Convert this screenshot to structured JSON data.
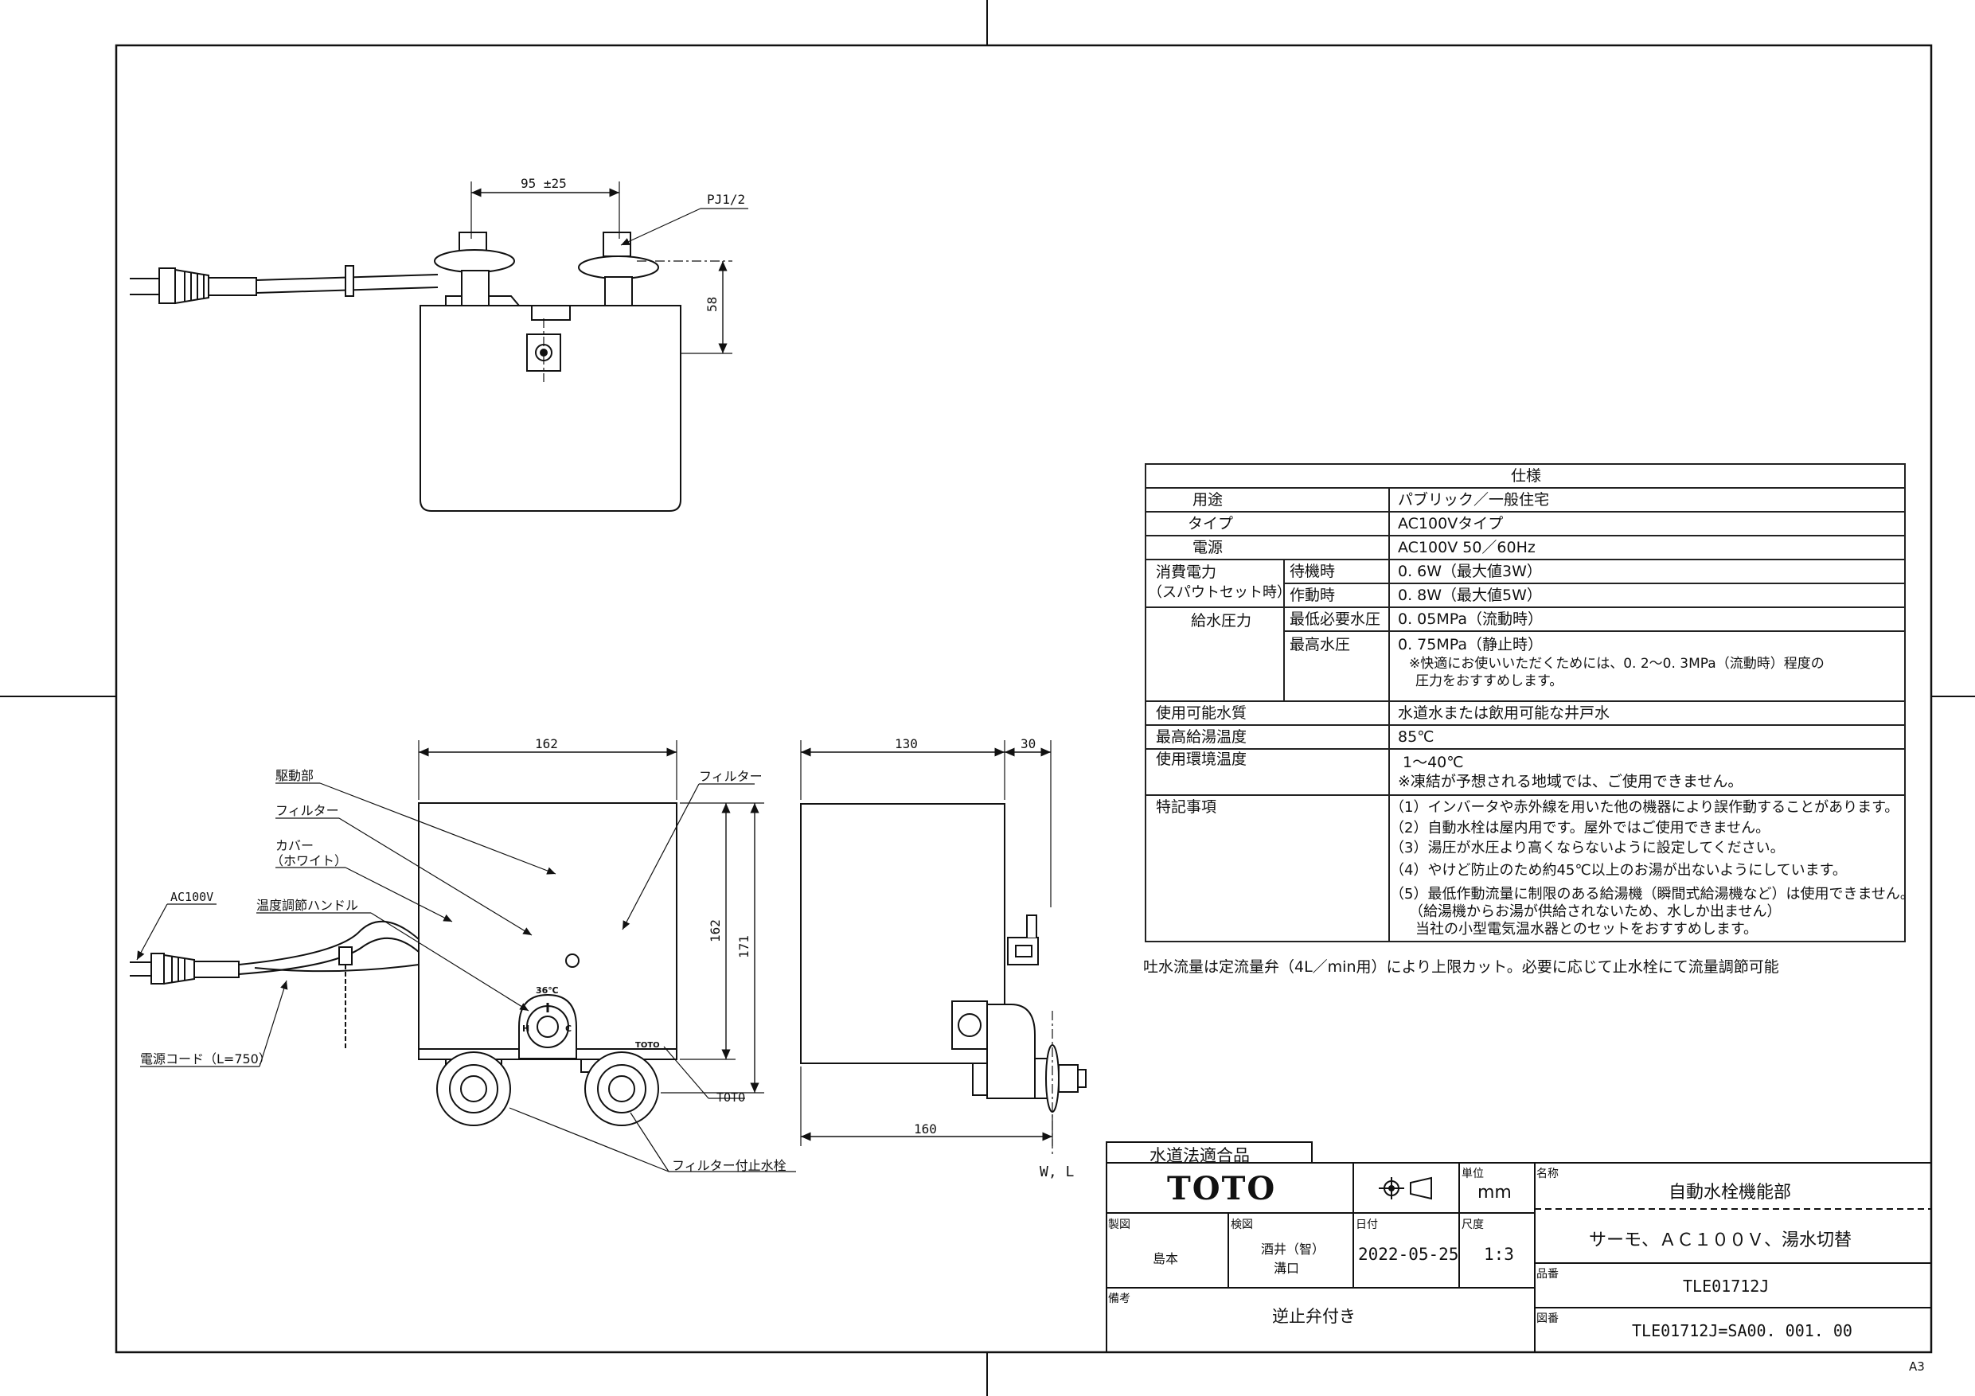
{
  "sheet": {
    "size_mark": "A3"
  },
  "drawing": {
    "top_view": {
      "dim_spacing": "95 ±25",
      "dim_height": "58",
      "thread_label": "PJ1/2"
    },
    "front_view": {
      "dim_width": "162",
      "dim_h1": "162",
      "dim_h2": "171",
      "labels": {
        "drive_unit": "駆動部",
        "filter": "フィルター",
        "cover_line1": "カバー",
        "cover_line2": "（ホワイト）",
        "temp_handle": "温度調節ハンドル",
        "power": "AC100V",
        "cord": "電源コード（L=750）",
        "filter_right": "フィルター",
        "brand": "TOTO",
        "stop_valve": "フィルター付止水栓",
        "dial_temp": "36℃",
        "dial_h": "H",
        "dial_c": "C"
      }
    },
    "side_view": {
      "dim_depth": "130",
      "dim_spout": "30",
      "dim_bottom": "160",
      "wl": "W, L"
    }
  },
  "spec": {
    "title": "仕様",
    "rows": {
      "use_label": "用途",
      "use_value": "パブリック／一般住宅",
      "type_label": "タイプ",
      "type_value": "AC100Vタイプ",
      "power_label": "電源",
      "power_value": "AC100V  50／60Hz",
      "consumption_label1": "消費電力",
      "consumption_label2": "（スパウトセット時）",
      "standby_label": "待機時",
      "standby_value": "0. 6W（最大値3W）",
      "operating_label": "作動時",
      "operating_value": "0. 8W（最大値5W）",
      "pressure_label": "給水圧力",
      "min_pressure_label": "最低必要水圧",
      "min_pressure_value": "0. 05MPa（流動時）",
      "max_pressure_label": "最高水圧",
      "max_pressure_value": "0. 75MPa（静止時）",
      "max_pressure_note1": "※快適にお使いいただくためには、0. 2～0. 3MPa（流動時）程度の",
      "max_pressure_note2": "圧力をおすすめします。",
      "water_label": "使用可能水質",
      "water_value": "水道水または飲用可能な井戸水",
      "hot_label": "最高給湯温度",
      "hot_value": "85℃",
      "env_label": "使用環境温度",
      "env_value": "1～40℃",
      "env_note": "※凍結が予想される地域では、ご使用できません。",
      "notes_label": "特記事項",
      "notes": [
        "（1）インバータや赤外線を用いた他の機器により誤作動することがあります。",
        "（2）自動水栓は屋内用です。屋外ではご使用できません。",
        "（3）湯圧が水圧より高くならないように設定してください。",
        "（4）やけど防止のため約45℃以上のお湯が出ないようにしています。",
        "（5）最低作動流量に制限のある給湯機（瞬間式給湯機など）は使用できません。",
        "（給湯機からお湯が供給されないため、水しか出ません）",
        "当社の小型電気温水器とのセットをおすすめします。"
      ]
    },
    "footnote": "吐水流量は定流量弁（4L／min用）により上限カット。必要に応じて止水栓にて流量調節可能"
  },
  "title_block": {
    "compliance": "水道法適合品",
    "logo": "TOTO",
    "unit_label": "単位",
    "unit_value": "mm",
    "name_label": "名称",
    "name_value": "自動水栓機能部",
    "subtitle": "サーモ、ＡＣ１００Ｖ、湯水切替",
    "drawn_label": "製図",
    "drawn_value": "島本",
    "checked_label": "検図",
    "checked_value1": "酒井（智）",
    "checked_value2": "溝口",
    "date_label": "日付",
    "date_value": "2022-05-25",
    "scale_label": "尺度",
    "scale_value": "1:3",
    "part_label": "品番",
    "part_value": "TLE01712J",
    "remarks_label": "備考",
    "remarks_value": "逆止弁付き",
    "drawing_label": "図番",
    "drawing_value": "TLE01712J=SA00. 001. 00"
  }
}
